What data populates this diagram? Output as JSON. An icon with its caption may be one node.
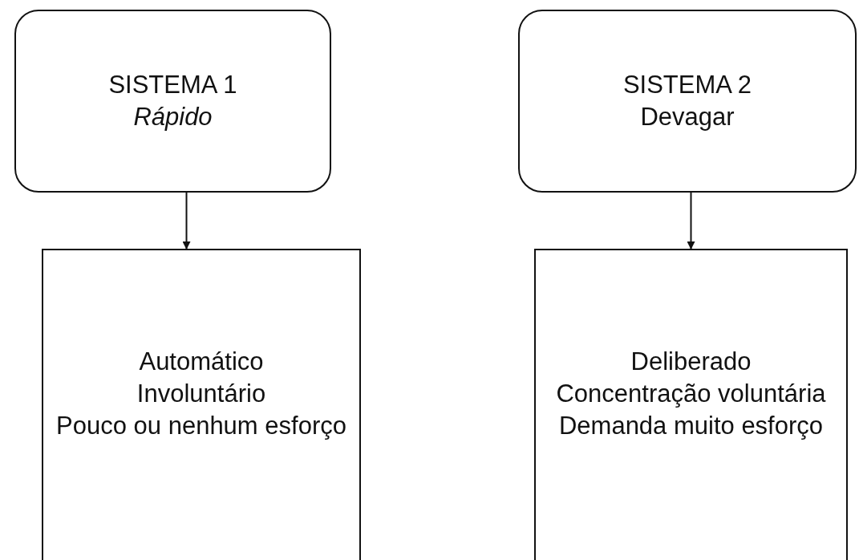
{
  "diagram": {
    "nodes": [
      {
        "text": [
          "SISTEMA 1",
          "Rápido"
        ]
      },
      {
        "text": [
          "SISTEMA 2",
          "Devagar"
        ]
      },
      {
        "text": [
          "Automático",
          "Involuntário",
          "Pouco ou nenhum esforço"
        ]
      },
      {
        "text": [
          "Deliberado",
          "Concentração voluntária",
          "Demanda muito esforço"
        ]
      }
    ],
    "edges": [
      {
        "from": 0,
        "to": 2,
        "arrow": "to"
      },
      {
        "from": 1,
        "to": 3,
        "arrow": "to"
      }
    ]
  }
}
